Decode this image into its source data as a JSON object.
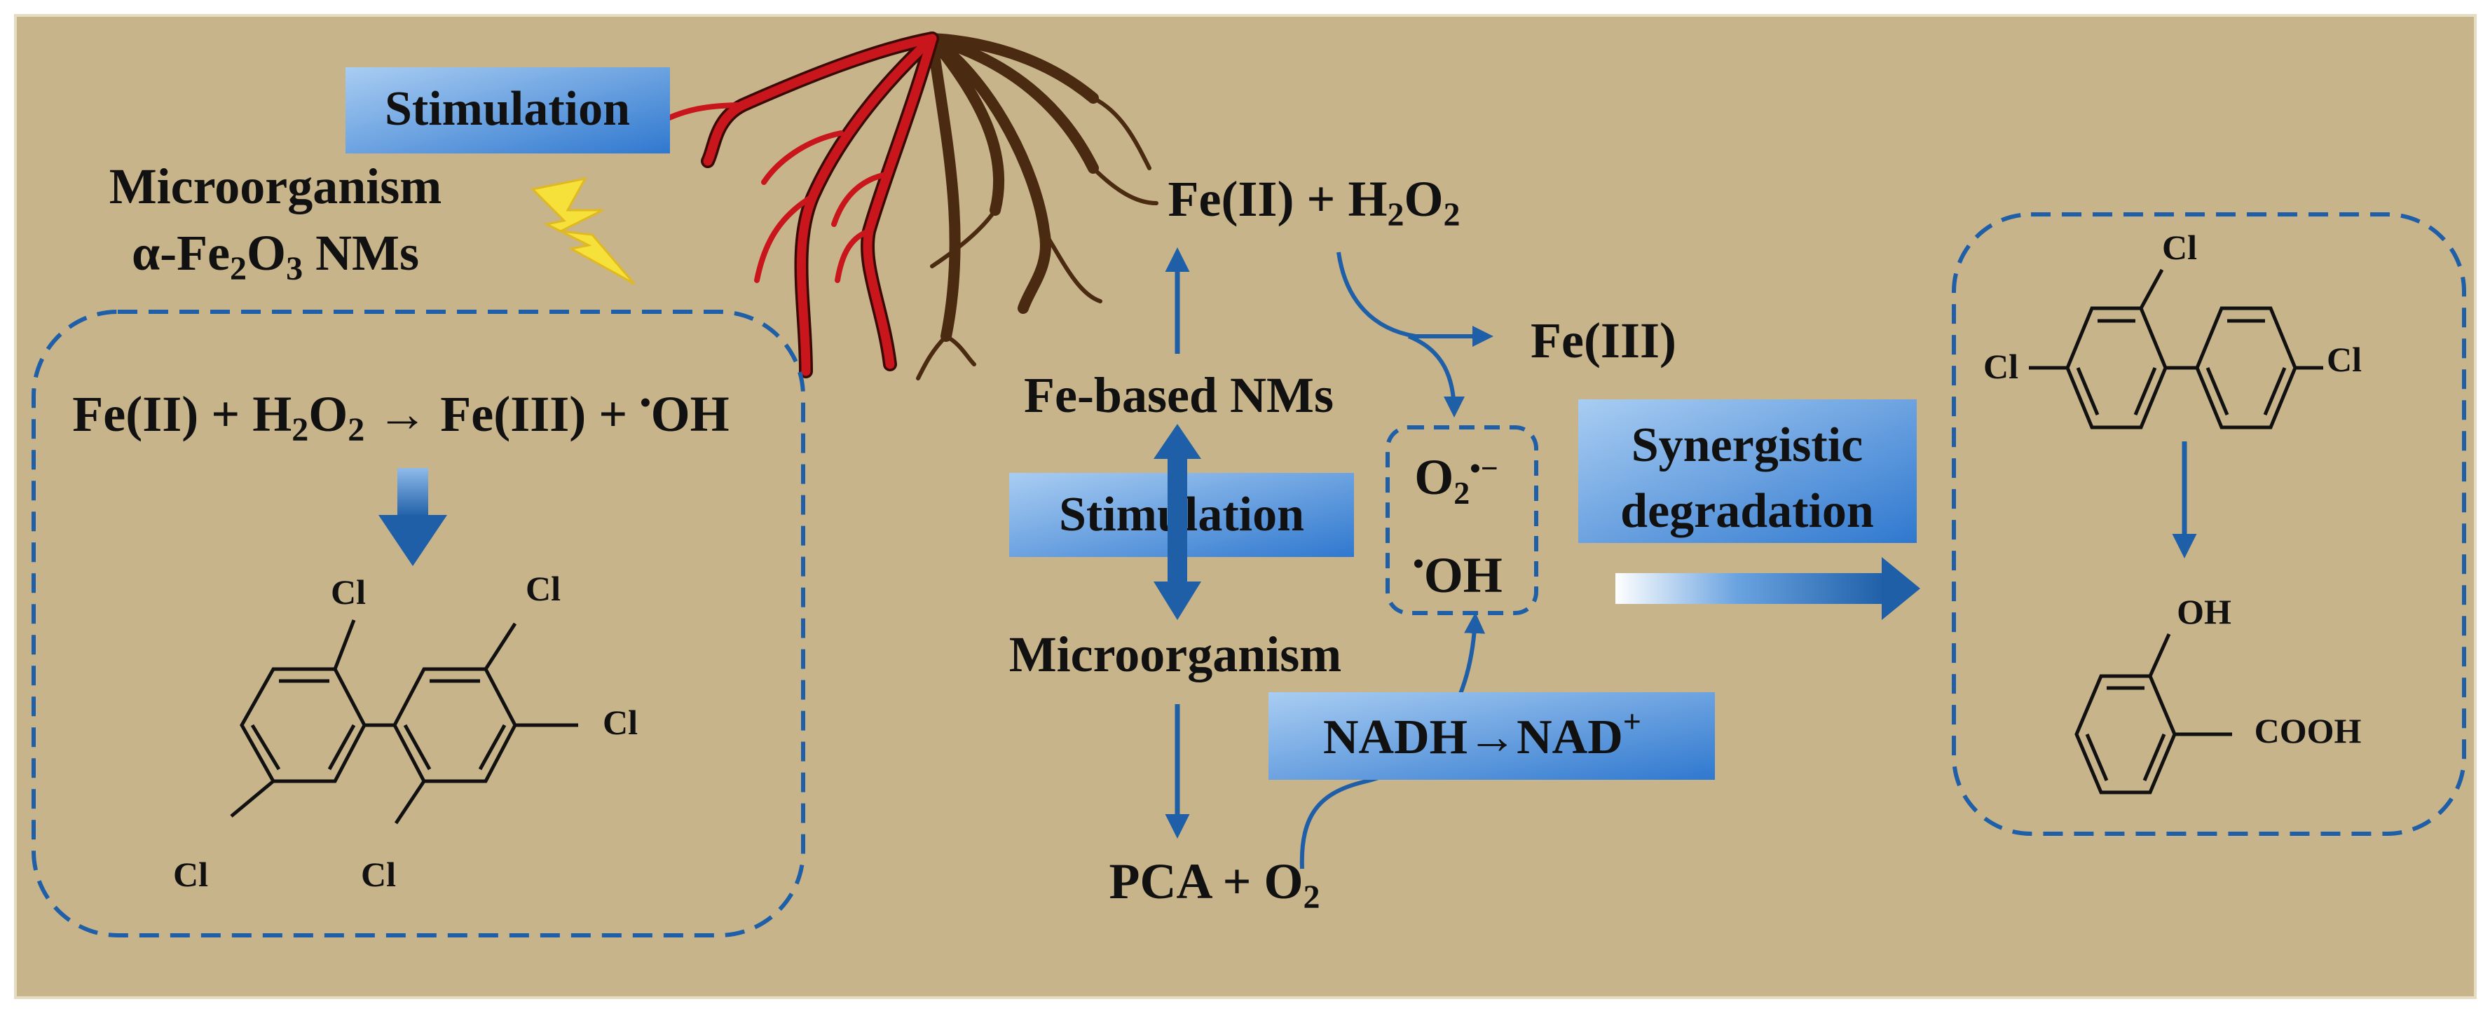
{
  "colors": {
    "background": "#c8b48a",
    "dashed_border": "#1f5fa8",
    "arrow": "#1f5fa8",
    "label_box_light": "#8fbbea",
    "label_box_dark": "#2f78cf",
    "root_red": "#c8161c",
    "root_brown": "#4a2a10",
    "bolt": "#f6e13a"
  },
  "left_panel": {
    "stimulation_label": "Stimulation",
    "microorganism": "Microorganism",
    "fe2o3_prefix": "α-Fe",
    "fe2o3_sub1": "2",
    "fe2o3_mid": "O",
    "fe2o3_sub2": "3",
    "fe2o3_suffix": " NMs",
    "reaction": {
      "part1": "Fe(II) + H",
      "sub1": "2",
      "part2": "O",
      "sub2": "2",
      "part3": " → Fe(III) + ",
      "radical_dot": "•",
      "part4": "OH"
    },
    "molecule_atoms": [
      "Cl",
      "Cl",
      "Cl",
      "Cl",
      "Cl"
    ]
  },
  "center_panel": {
    "fe_h2o2": {
      "part1": "Fe(II) + H",
      "sub1": "2",
      "part2": "O",
      "sub2": "2"
    },
    "fe_iii": "Fe(III)",
    "fe_based_nms": "Fe-based NMs",
    "stimulation_label": "Stimulation",
    "microorganism": "Microorganism",
    "pca_o2": {
      "part1": "PCA  + O",
      "sub1": "2"
    },
    "nadh_label": "NADH→NAD",
    "nadh_sup": "+",
    "radicals": {
      "superoxide_base": "O",
      "superoxide_sub": "2",
      "superoxide_sup": "•−",
      "hydroxyl_dot": "•",
      "hydroxyl": "OH"
    }
  },
  "right_panel": {
    "synergistic_line1": "Synergistic",
    "synergistic_line2": "degradation",
    "molecule_top_atoms": [
      "Cl",
      "Cl",
      "Cl"
    ],
    "molecule_bottom_oh": "OH",
    "molecule_bottom_cooh": "COOH"
  }
}
